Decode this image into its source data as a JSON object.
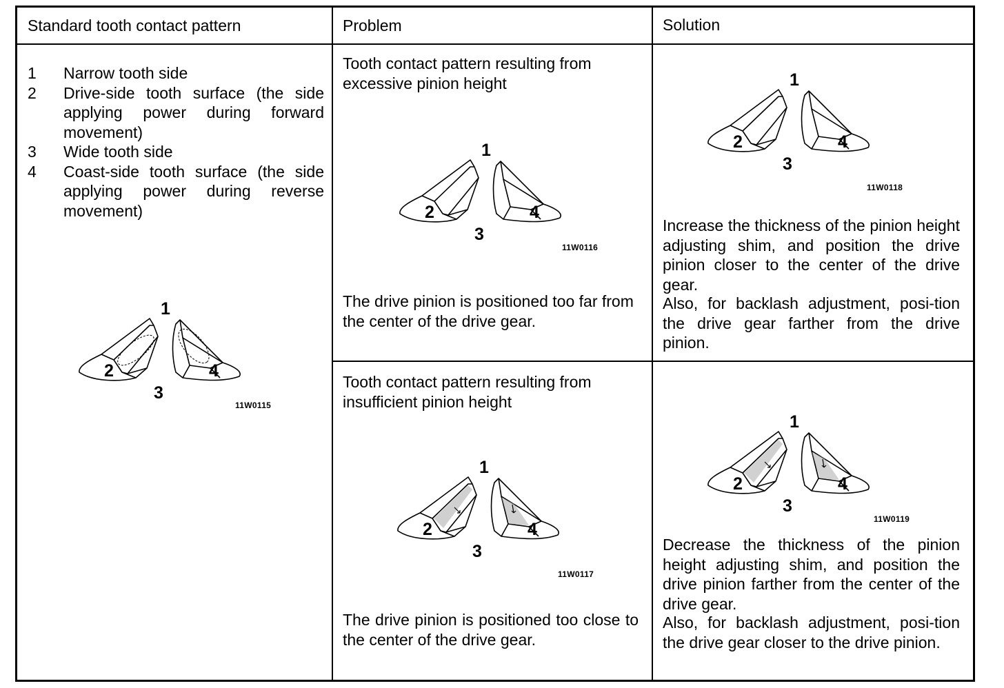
{
  "headers": {
    "standard": "Standard tooth contact pattern",
    "problem": "Problem",
    "solution": "Solution"
  },
  "standard": {
    "items": [
      {
        "num": "1",
        "text": "Narrow tooth side"
      },
      {
        "num": "2",
        "text": "Drive-side tooth surface (the side applying power during forward movement)"
      },
      {
        "num": "3",
        "text": "Wide tooth side"
      },
      {
        "num": "4",
        "text": "Coast-side tooth surface (the side applying power during reverse movement)"
      }
    ],
    "figure_code": "11W0115",
    "callouts": [
      "1",
      "2",
      "3",
      "4"
    ]
  },
  "rows": [
    {
      "problem_title": "Tooth contact pattern resulting from excessive pinion height",
      "problem_figure_code": "11W0116",
      "problem_text": "The drive pinion is positioned too far from the center of the drive gear.",
      "solution_figure_code": "11W0118",
      "solution_text_1": "Increase the thickness of the pinion height adjusting shim, and position the drive pinion closer to the center of the drive gear.",
      "solution_text_2": "Also, for backlash adjustment, posi-tion the drive gear farther from the drive pinion."
    },
    {
      "problem_title": "Tooth contact pattern resulting from insufficient pinion height",
      "problem_figure_code": "11W0117",
      "problem_text": "The drive pinion is positioned too close to the center of the drive gear.",
      "solution_figure_code": "11W0119",
      "solution_text_1": "Decrease the thickness of the pinion height adjusting shim, and position the drive pinion farther from the center of the drive gear.",
      "solution_text_2": "Also, for backlash adjustment, posi-tion the drive gear closer to the drive pinion."
    }
  ],
  "callout_labels": {
    "one": "1",
    "two": "2",
    "three": "3",
    "four": "4"
  }
}
